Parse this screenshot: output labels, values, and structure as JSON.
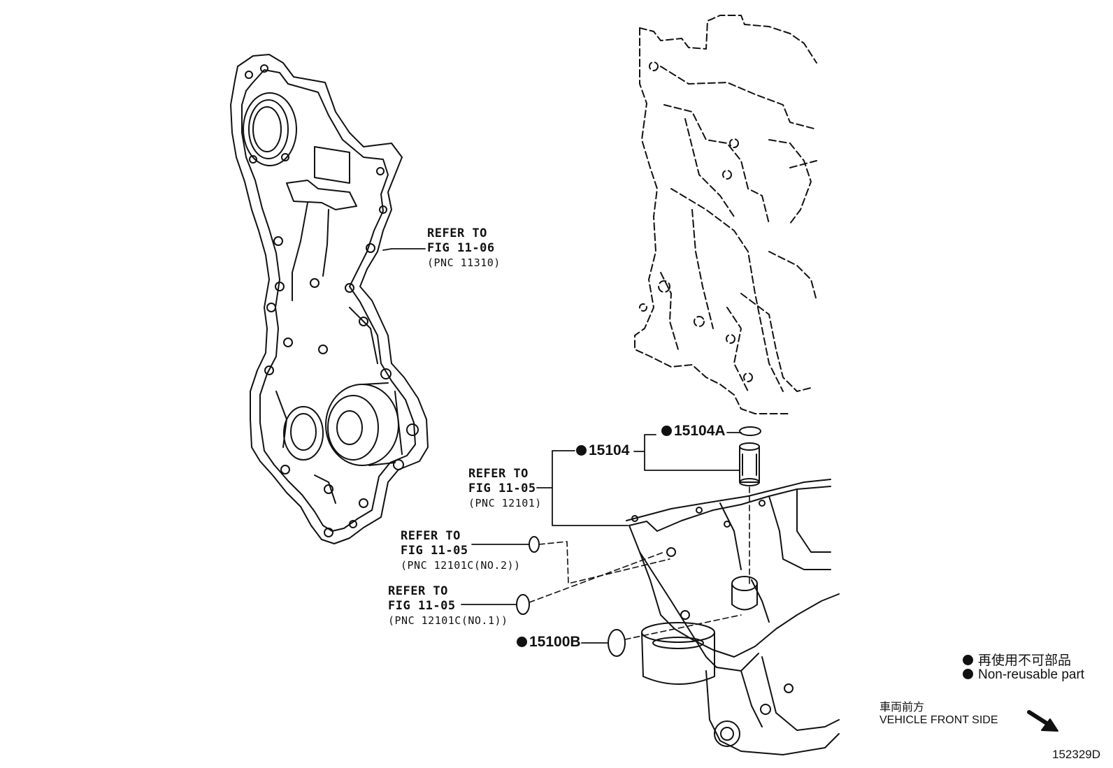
{
  "callouts": {
    "timing_cover": {
      "line1": "REFER TO",
      "line2": "FIG 11-06",
      "pnc": "(PNC 11310)"
    },
    "oil_pan": {
      "line1": "REFER TO",
      "line2": "FIG 11-05",
      "pnc": "(PNC 12101)"
    },
    "oring_no2": {
      "line1": "REFER TO",
      "line2": "FIG 11-05",
      "pnc": "(PNC 12101C(NO.2))"
    },
    "oring_no1": {
      "line1": "REFER TO",
      "line2": "FIG 11-05",
      "pnc": "(PNC 12101C(NO.1))"
    }
  },
  "parts": {
    "p15104A": "15104A",
    "p15104": "15104",
    "p15100B": "15100B"
  },
  "legend": {
    "jp": "再使用不可部品",
    "en": "Non-reusable part"
  },
  "direction": {
    "jp": "車両前方",
    "en": "VEHICLE FRONT SIDE"
  },
  "diagram_id": "152329D"
}
